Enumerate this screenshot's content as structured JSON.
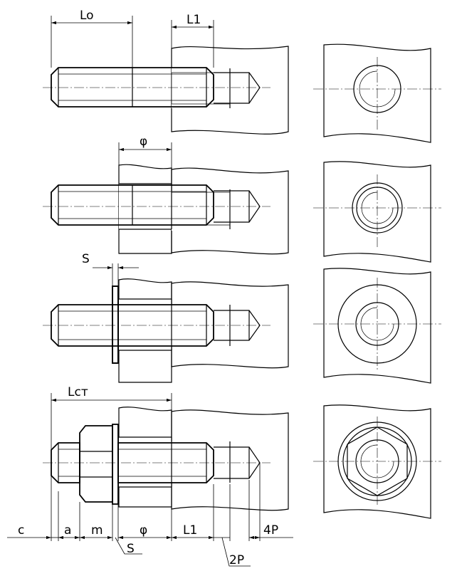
{
  "labels": {
    "lo": "Lo",
    "l1_top": "L1",
    "phi_2": "φ",
    "s_3": "S",
    "lct": "Lст",
    "c": "c",
    "a": "a",
    "m": "m",
    "phi_4": "φ",
    "l1_bottom": "L1",
    "p4": "4P",
    "s_bottom": "S",
    "p2": "2P"
  }
}
